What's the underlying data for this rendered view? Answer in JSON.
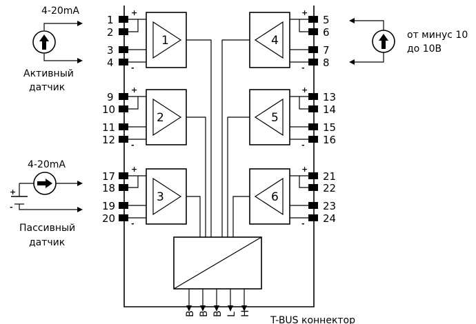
{
  "pins_left": [
    "1",
    "2",
    "3",
    "4",
    "9",
    "10",
    "11",
    "12",
    "17",
    "18",
    "19",
    "20"
  ],
  "pins_right": [
    "5",
    "6",
    "7",
    "8",
    "13",
    "14",
    "15",
    "16",
    "21",
    "22",
    "23",
    "24"
  ],
  "amplifiers": [
    "1",
    "2",
    "3",
    "4",
    "5",
    "6"
  ],
  "signs": {
    "plus": "+",
    "minus": "-"
  },
  "active_sensor": {
    "current": "4-20mA",
    "line1": "Активный",
    "line2": "датчик"
  },
  "passive_sensor": {
    "current": "4-20mA",
    "line1": "Пассивный",
    "line2": "датчик"
  },
  "voltage_source": {
    "line1": "от минус 10",
    "line2": "до 10В"
  },
  "bus": {
    "labels": [
      "B",
      "B",
      "B",
      "L",
      "H"
    ],
    "connector": "T-BUS коннектор"
  }
}
